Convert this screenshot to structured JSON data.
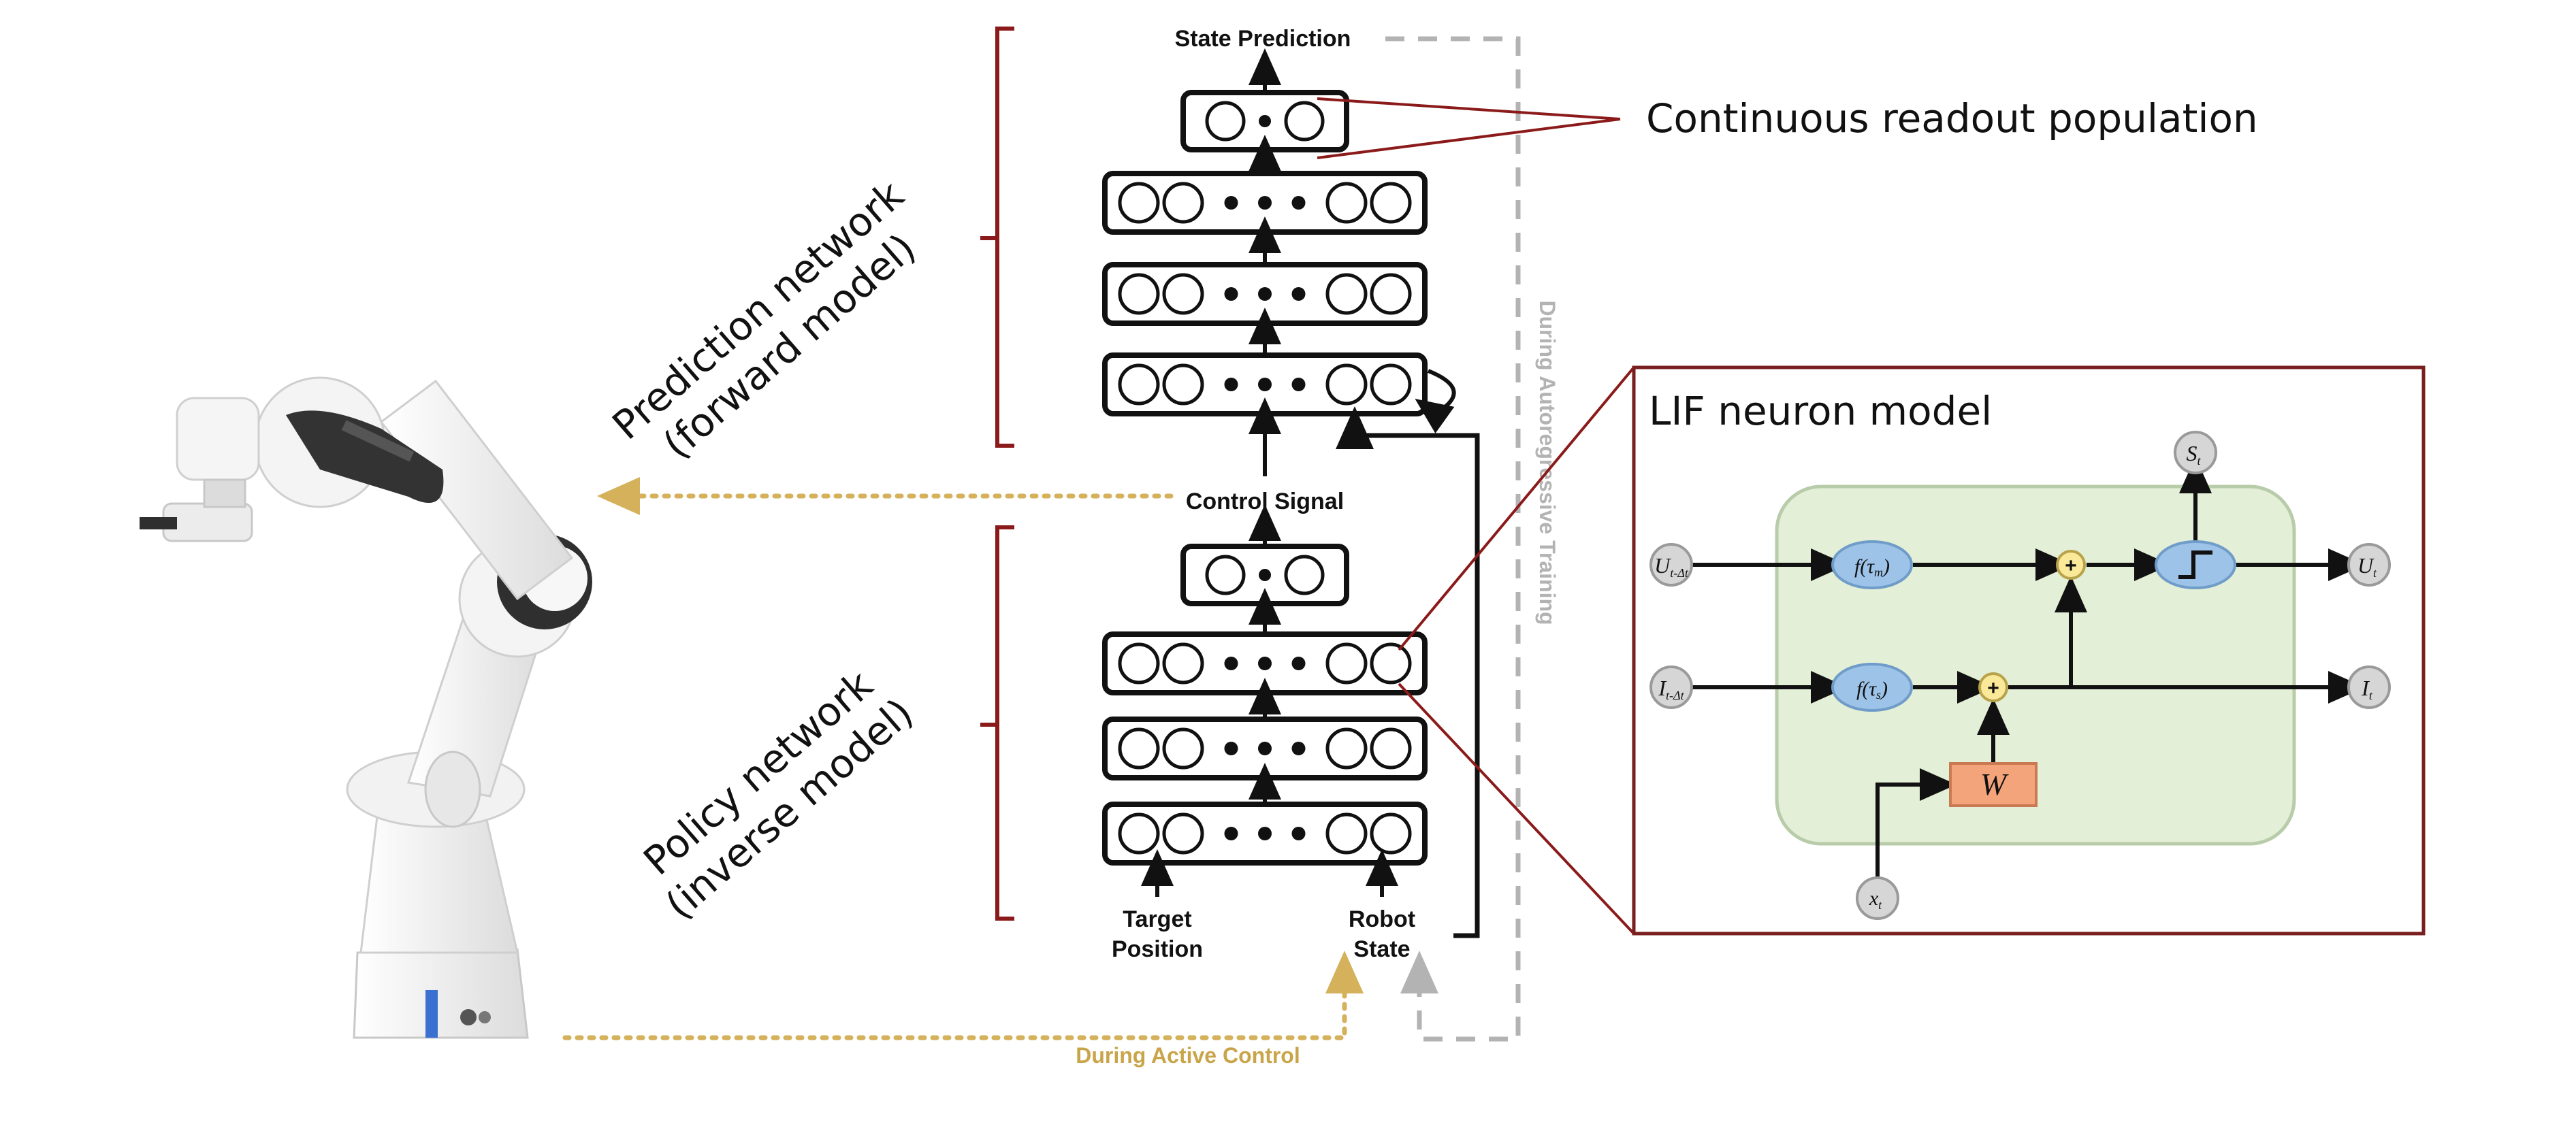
{
  "colors": {
    "ink": "#111111",
    "bracket": "#8b1a1a",
    "gold_dotted": "#d4b15a",
    "gold_text": "#c9a54a",
    "gray_dashed": "#b3b3b3",
    "lif_border": "#7a1f1f",
    "lif_panel": "#e3efd6",
    "lif_panel_border": "#b8ccaa",
    "node_blue": "#9ec3e8",
    "node_gray": "#d6d6d6",
    "adder_yellow": "#fbe99a",
    "weight_orange": "#f3a47a"
  },
  "labels": {
    "state_prediction": "State Prediction",
    "continuous_readout": "Continuous readout population",
    "control_signal": "Control Signal",
    "during_autoregressive": "During Autoregressive Training",
    "during_active_control": "During Active Control",
    "prediction_network_line1": "Prediction network",
    "prediction_network_line2": "(forward model)",
    "policy_network_line1": "Policy network",
    "policy_network_line2": "(inverse model)",
    "target_line1": "Target",
    "target_line2": "Position",
    "robot_line1": "Robot",
    "robot_line2": "State"
  },
  "lif": {
    "title": "LIF neuron model",
    "u_prev": "U",
    "u_prev_sub": "t-Δt",
    "i_prev": "I",
    "i_prev_sub": "t-Δt",
    "f_tau_m": "f(τ",
    "f_tau_m_sub": "m",
    "f_tau_s": "f(τ",
    "f_tau_s_sub": "s",
    "close_paren": ")",
    "s_t": "S",
    "u_t": "U",
    "i_t": "I",
    "t_sub": "t",
    "x_t": "x",
    "weight": "W",
    "plus": "+"
  },
  "icons": [
    "robot-arm-icon",
    "recurrent-loop-icon",
    "spike-step-icon"
  ]
}
